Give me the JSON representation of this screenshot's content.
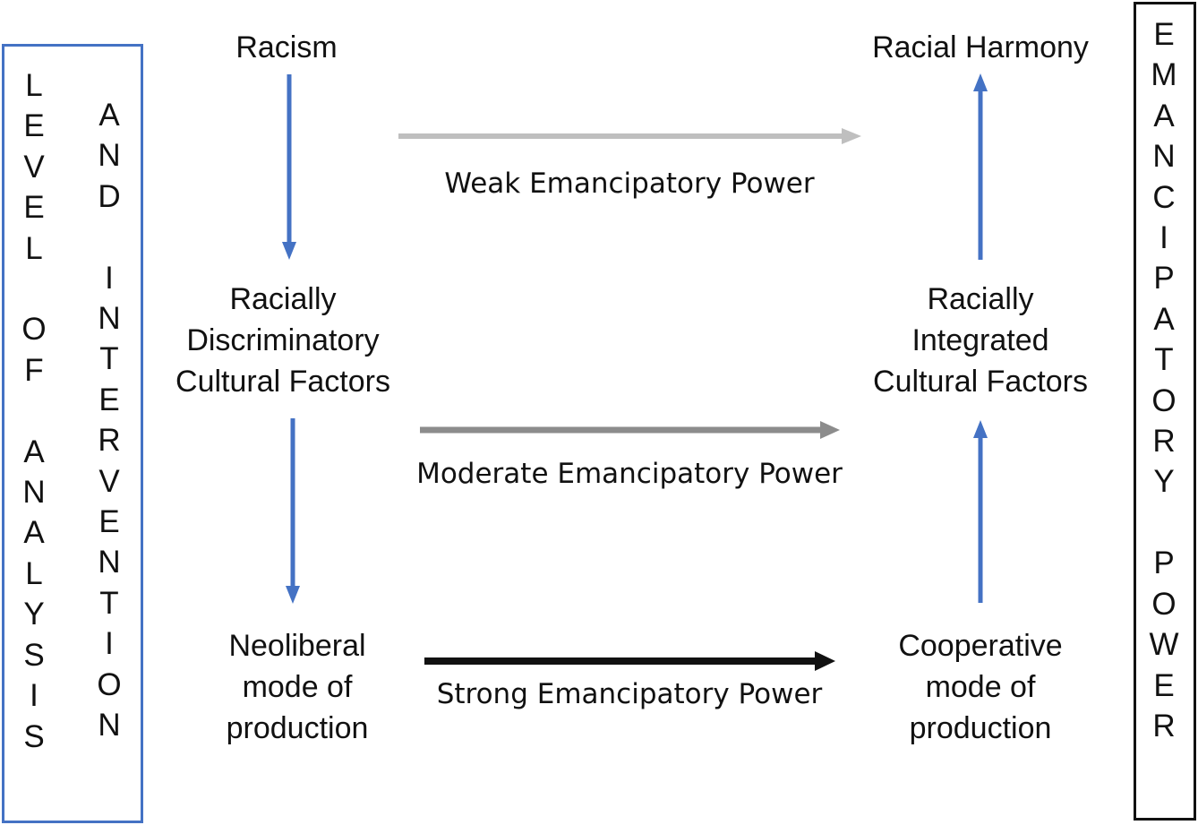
{
  "left_frame": {
    "column_1": "L\nE\nV\nE\nL\n\nO\nF\n\nA\nN\nA\nL\nY\nS\nI\nS",
    "column_2": "A\nN\nD\n\nI\nN\nT\nE\nR\nV\nE\nN\nT\nI\nO\nN"
  },
  "right_frame": {
    "column": "E\nM\nA\nN\nC\nI\nP\nA\nT\nO\nR\nY\n\nP\nO\nW\nE\nR"
  },
  "nodes": {
    "racism": "Racism",
    "discriminatory": "Racially\nDiscriminatory\nCultural Factors",
    "neoliberal": "Neoliberal\nmode of\nproduction",
    "harmony": "Racial Harmony",
    "integrated": "Racially\nIntegrated\nCultural Factors",
    "cooperative": "Cooperative\nmode of\nproduction"
  },
  "power_levels": {
    "weak": "Weak Emancipatory Power",
    "moderate": "Moderate Emancipatory Power",
    "strong": "Strong Emancipatory Power"
  },
  "colors": {
    "blue_arrow": "#4472c4",
    "left_frame_border": "#4472c4",
    "right_frame_border": "#111111",
    "weak_arrow": "#bfbfbf",
    "moderate_arrow": "#8c8c8c",
    "strong_arrow": "#111111"
  }
}
